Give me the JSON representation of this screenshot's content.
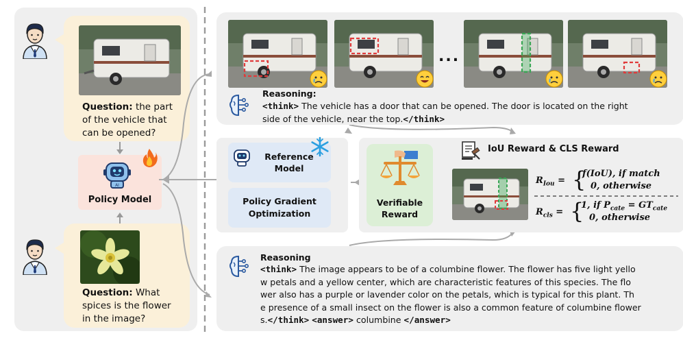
{
  "left": {
    "question1": {
      "label": "Question:",
      "lines": [
        " the part",
        "of the vehicle that",
        "can be opened?"
      ]
    },
    "policy_model": "Policy Model",
    "question2": {
      "label": "Question:",
      "lines": [
        " What",
        "spices is the flower",
        "in the image?"
      ]
    }
  },
  "top_panel": {
    "ellipsis": "...",
    "reasoning_label": "Reasoning:",
    "line1": {
      "tag": "<think>",
      "text": " The vehicle has a door that can be opened. The door is located on the right"
    },
    "line2": {
      "text": "side of the vehicle, near the top.",
      "tag": "</think>"
    }
  },
  "middle": {
    "reference_model": [
      "Reference",
      "Model"
    ],
    "policy_gradient": [
      "Policy Gradient",
      "Optimization"
    ],
    "verifiable_reward": [
      "Verifiable",
      "Reward"
    ],
    "reward_title": "IoU Reward & CLS Reward"
  },
  "formulas": {
    "r_iou": {
      "lhs": "R",
      "sub": "Iou",
      "case1": "f(IoU), if match",
      "case2": "0, otherwise"
    },
    "r_cls": {
      "lhs": "R",
      "sub": "cls",
      "case1_pre": "1, if P",
      "case1_sub": "cate",
      "case1_mid": " = GT",
      "case1_sub2": "cate",
      "case2": "0, otherwise"
    }
  },
  "bottom_panel": {
    "reasoning_label": "Reasoning",
    "lines": [
      {
        "tag": "<think>",
        "text": " The image appears to be of a columbine flower. The flower has five light yello"
      },
      {
        "text": "w petals and a yellow center, which are characteristic features of this species. The flo"
      },
      {
        "text": "wer also has a purple or lavender color on the petals, which is typical for this plant. Th"
      },
      {
        "text": "e presence of a small insect on the flower is also a common feature of columbine flower"
      }
    ],
    "last": {
      "pre": "s.",
      "think_close": "</think>",
      "answer_open": "<answer>",
      "answer": " columbine ",
      "answer_close": "</answer>"
    }
  },
  "colors": {
    "panel": "#efefef",
    "bubble": "#fbf0d9",
    "policy_box": "#fbe3dc",
    "blue_box": "#dfe9f6",
    "green_box": "#dcefd6",
    "red_bbox": "#e03b3b",
    "green_bbox": "#3aa655"
  }
}
